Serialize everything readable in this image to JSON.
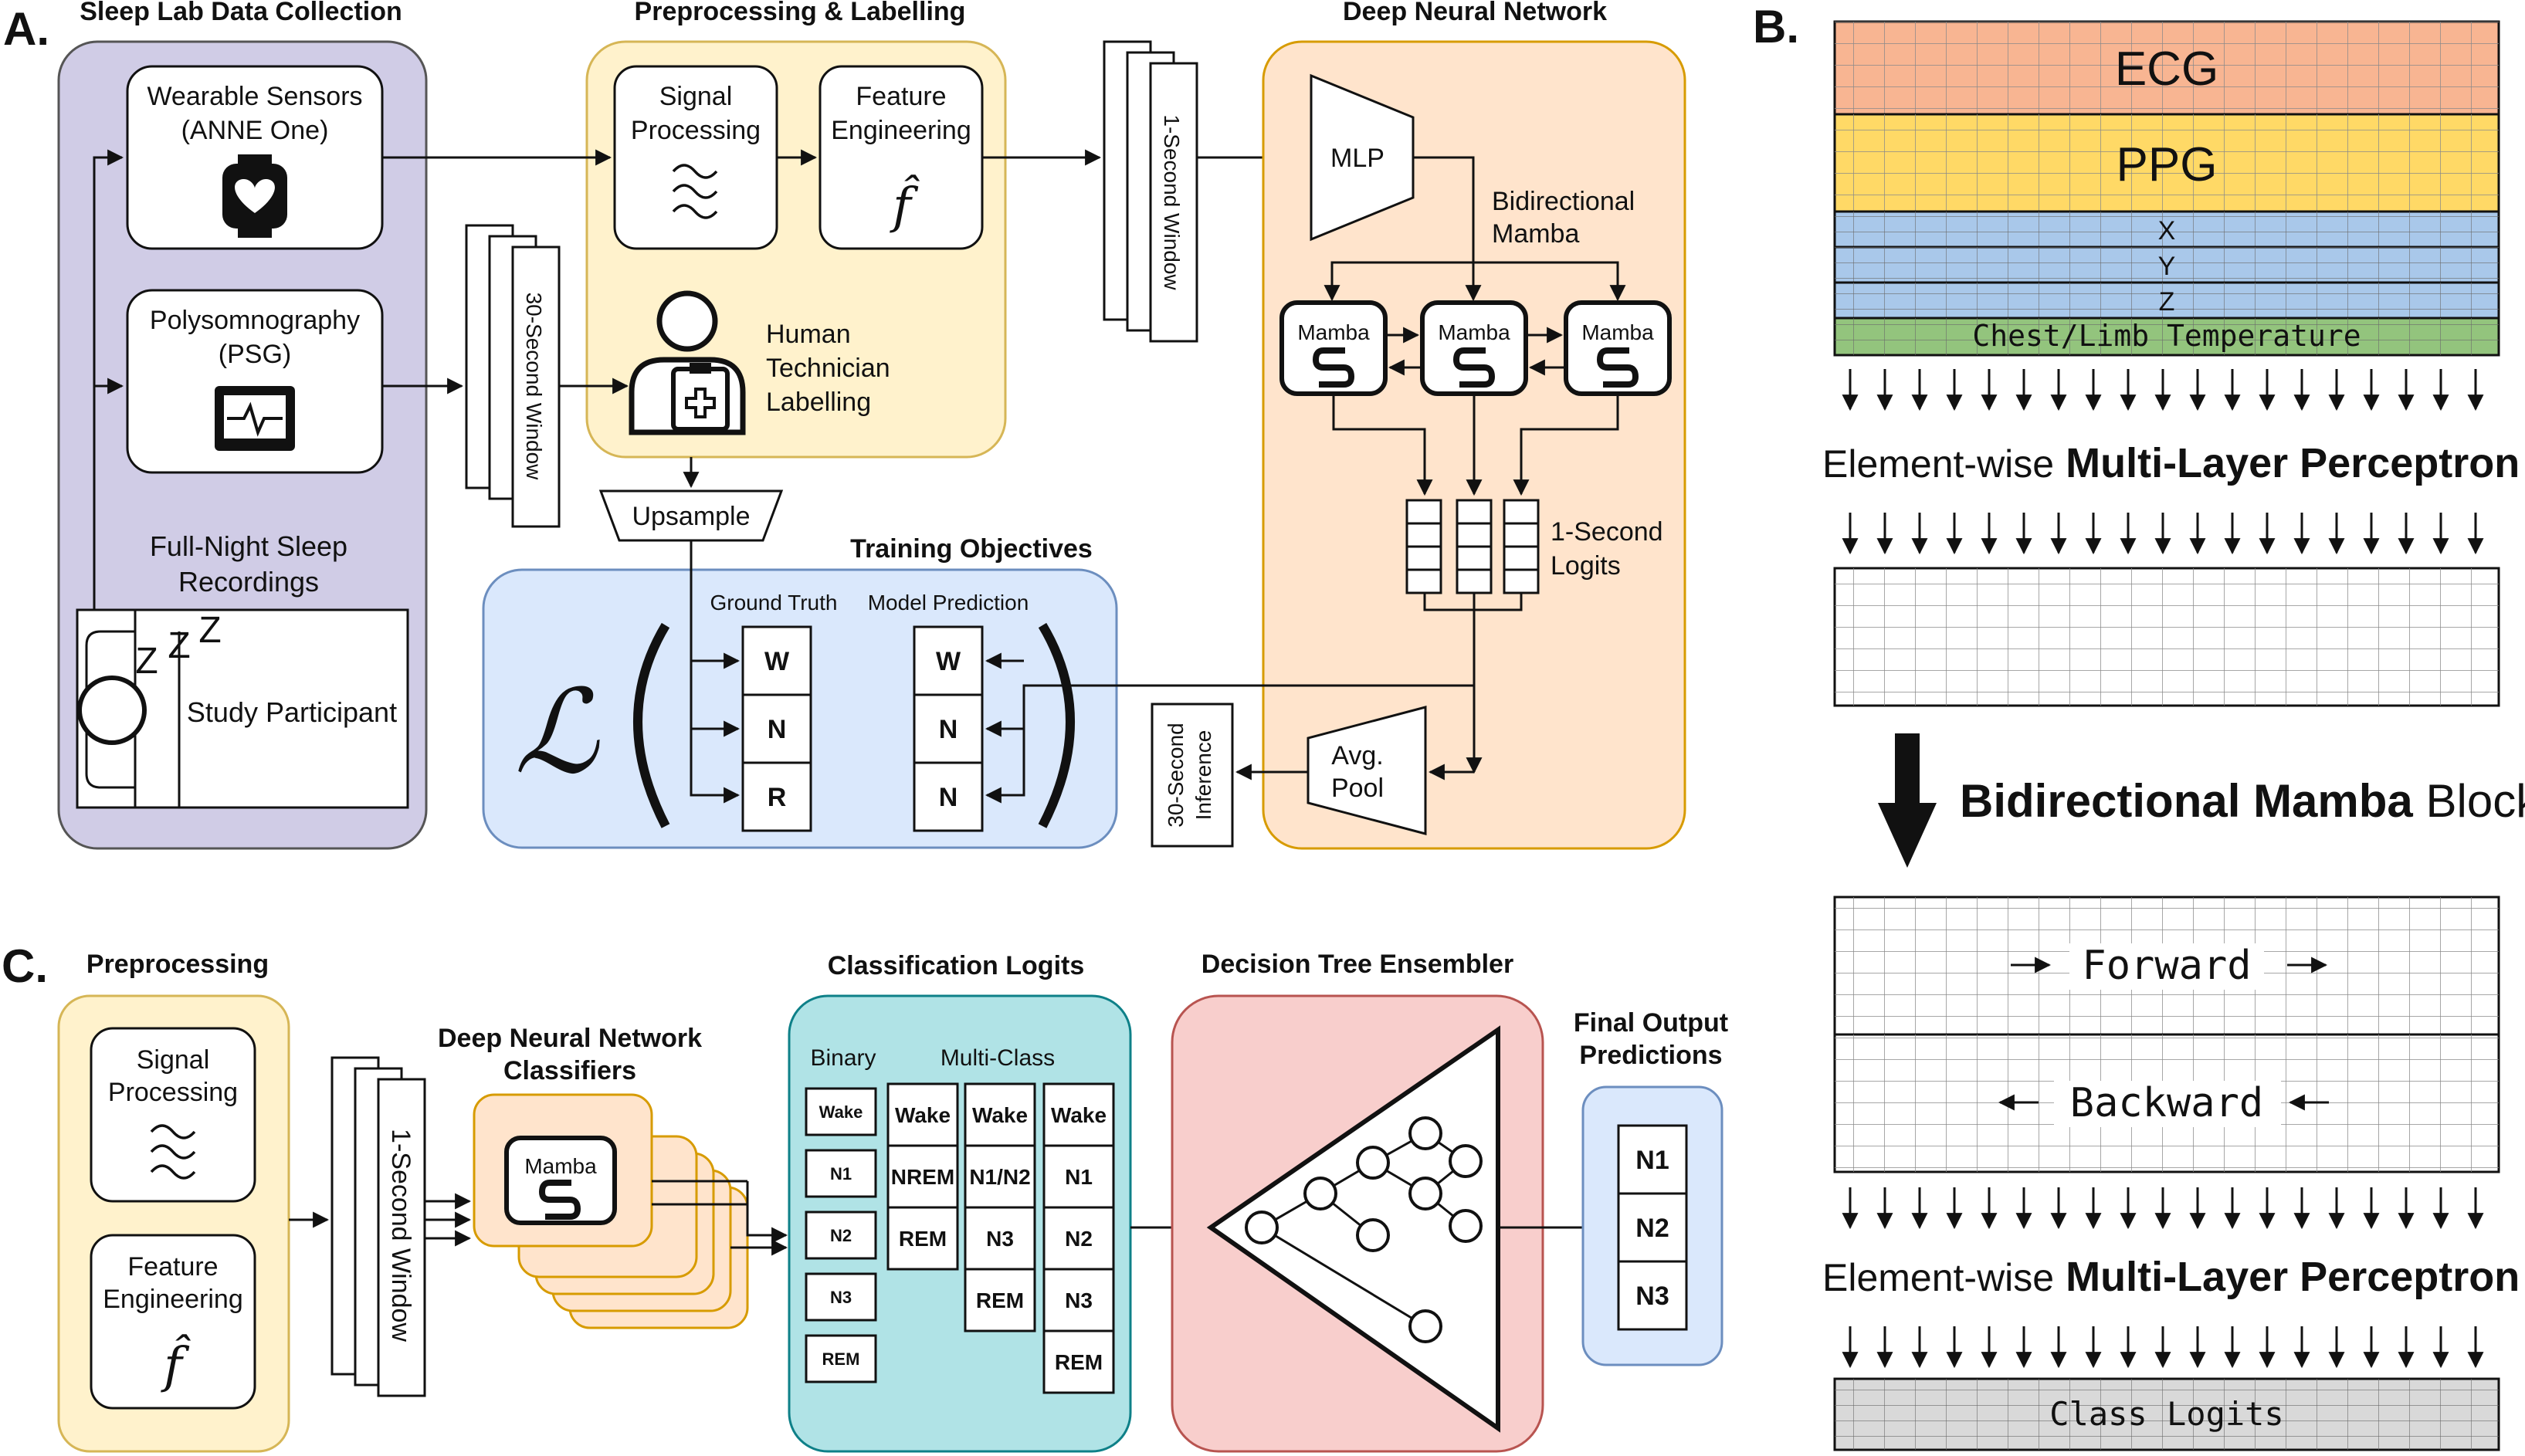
{
  "panel_labels": {
    "a": "A.",
    "b": "B.",
    "c": "C."
  },
  "panel_a": {
    "sleep_lab": {
      "title": "Sleep Lab Data Collection",
      "wearable": [
        "Wearable Sensors",
        "(ANNE One)"
      ],
      "psg": [
        "Polysomnography",
        "(PSG)"
      ],
      "recordings": [
        "Full-Night Sleep",
        "Recordings"
      ],
      "participant": "Study Participant",
      "snore": [
        "Z",
        "Z",
        "Z"
      ]
    },
    "preprocessing": {
      "title": "Preprocessing & Labelling",
      "signal": [
        "Signal",
        "Processing"
      ],
      "feature": [
        "Feature",
        "Engineering"
      ],
      "technician": [
        "Human",
        "Technician",
        "Labelling"
      ],
      "upsample": "Upsample"
    },
    "window_30s": "30-Second Window",
    "window_1s": "1-Second Window",
    "dnn": {
      "title": "Deep Neural Network",
      "mlp": "MLP",
      "bimamba": [
        "Bidirectional",
        "Mamba"
      ],
      "mamba": "Mamba",
      "logits": [
        "1-Second",
        "Logits"
      ],
      "avgpool": [
        "Avg.",
        "Pool"
      ],
      "inference": [
        "30-Second",
        "Inference"
      ]
    },
    "training": {
      "title": "Training Objectives",
      "ground_truth": "Ground Truth",
      "model_prediction": "Model Prediction",
      "loss_symbol": "ℒ",
      "gt_labels": [
        "W",
        "N",
        "R"
      ],
      "pred_labels": [
        "W",
        "N",
        "N"
      ]
    }
  },
  "panel_b": {
    "channels": [
      "ECG",
      "PPG",
      "X",
      "Y",
      "Z",
      "Chest/Limb Temperature"
    ],
    "mlp_prefix": "Element-wise",
    "mlp_main": "Multi-Layer Perceptron (MLP)",
    "block_bold": "Bidirectional Mamba",
    "block_suffix": "Block",
    "forward": "Forward",
    "backward": "Backward",
    "class_logits": "Class Logits"
  },
  "panel_c": {
    "preprocessing_title": "Preprocessing",
    "signal": [
      "Signal",
      "Processing"
    ],
    "feature": [
      "Feature",
      "Engineering"
    ],
    "window": "1-Second Window",
    "dnn_title": [
      "Deep Neural Network",
      "Classifiers"
    ],
    "mamba": "Mamba",
    "logits_title": "Classification Logits",
    "binary": "Binary",
    "multiclass": "Multi-Class",
    "binary_cells": [
      "Wake",
      "N1",
      "N2",
      "N3",
      "REM"
    ],
    "mc_col1": [
      "Wake",
      "NREM",
      "REM"
    ],
    "mc_col2": [
      "Wake",
      "N1/N2",
      "N3",
      "REM"
    ],
    "mc_col3": [
      "Wake",
      "N1",
      "N2",
      "N3",
      "REM"
    ],
    "ensembler_title": "Decision Tree Ensembler",
    "final_title": [
      "Final Output",
      "Predictions"
    ],
    "final_cells": [
      "N1",
      "N2",
      "N3"
    ]
  },
  "colors": {
    "purple": "#d0cce6",
    "yellow": "#fff2cc",
    "orange": "#ffe4cc",
    "blue": "#dae8fc",
    "teal": "#b0e3e6",
    "red": "#f8cecc",
    "ecg": "#f8b592",
    "ppg": "#ffd966",
    "acc": "#a9c8ea",
    "temp": "#93c47d",
    "logits_gray": "#d9d9d9"
  }
}
